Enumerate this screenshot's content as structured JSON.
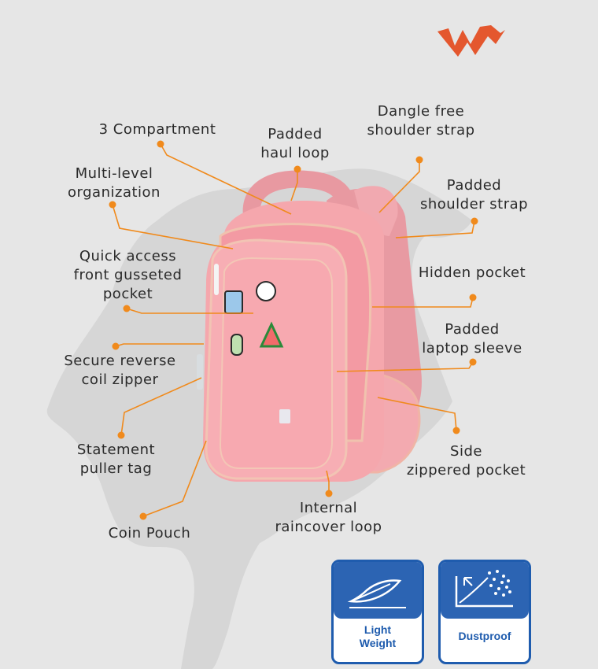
{
  "labels": {
    "compartment": "3 Compartment",
    "haul_loop_1": "Padded",
    "haul_loop_2": "haul loop",
    "dangle_1": "Dangle free",
    "dangle_2": "shoulder strap",
    "multilevel_1": "Multi-level",
    "multilevel_2": "organization",
    "padded_strap_1": "Padded",
    "padded_strap_2": "shoulder strap",
    "quick_1": "Quick access",
    "quick_2": "front gusseted",
    "quick_3": "pocket",
    "hidden": "Hidden pocket",
    "laptop_1": "Padded",
    "laptop_2": "laptop sleeve",
    "zipper_1": "Secure reverse",
    "zipper_2": "coil zipper",
    "side_1": "Side",
    "side_2": "zippered pocket",
    "puller_1": "Statement",
    "puller_2": "puller tag",
    "raincover_1": "Internal",
    "raincover_2": "raincover loop",
    "coin": "Coin Pouch"
  },
  "badges": {
    "light_1": "Light",
    "light_2": "Weight",
    "dust": "Dustproof"
  },
  "icons": {
    "logo": "w-brand-logo-icon",
    "light": "feather-icon",
    "dust": "dust-particles-icon"
  },
  "colors": {
    "background": "#e6e6e6",
    "callout": "#f08a1c",
    "logo": "#e4572e",
    "badge_blue": "#2c64b3",
    "bag_pink": "#f5a7ad"
  }
}
